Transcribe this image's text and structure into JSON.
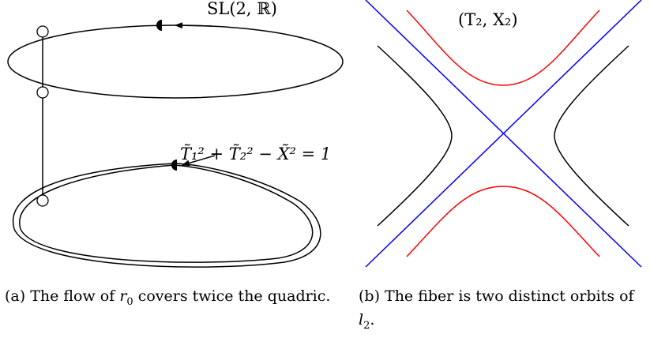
{
  "panel_a": {
    "top_label": "SL(2, ℝ)",
    "bottom_label": "T̃₁² + T̃₂² − X̃² = 1",
    "caption_prefix": "(a) The flow of ",
    "caption_var": "r",
    "caption_sub": "0",
    "caption_suffix": " covers twice the quadric."
  },
  "panel_b": {
    "top_label": "(T₂, X₂)",
    "caption_prefix": "(b) The fiber is two distinct orbits of ",
    "caption_var": "l",
    "caption_sub": "2",
    "caption_suffix": ".",
    "colors": {
      "asymptotes": "#0000ff",
      "vertical_branches": "#ff0000",
      "horizontal_branches": "#000000"
    }
  }
}
